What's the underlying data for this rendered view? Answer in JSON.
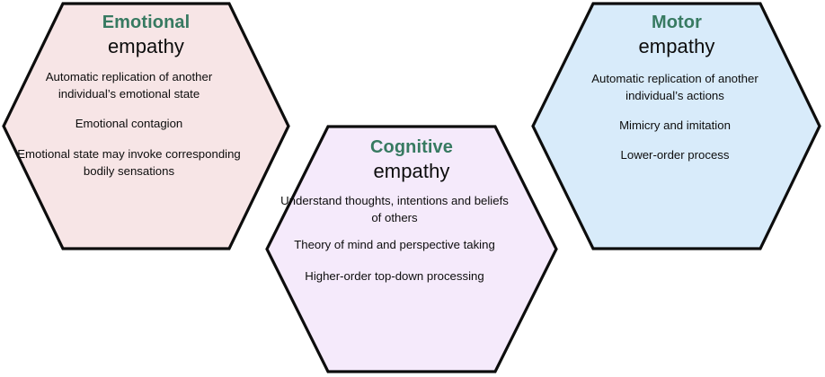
{
  "diagram": {
    "kind": "three-hexagon-concept-map",
    "background": "#ffffff",
    "accent_heading_color": "#377A61",
    "outline_color": "#0d0d0d",
    "nodes": [
      {
        "id": "emotional",
        "title": "Emotional",
        "subtitle": "empathy",
        "fill": "#F7E5E6",
        "points": [
          "Automatic replication of another individual’s emotional state",
          "Emotional contagion",
          "Emotional state may invoke corresponding bodily sensations"
        ]
      },
      {
        "id": "cognitive",
        "title": "Cognitive",
        "subtitle": "empathy",
        "fill": "#F5EAFB",
        "points": [
          "Understand thoughts, intentions and beliefs of others",
          "Theory of mind and perspective taking",
          "Higher-order top-down processing"
        ]
      },
      {
        "id": "motor",
        "title": "Motor",
        "subtitle": "empathy",
        "fill": "#D8EBFA",
        "points": [
          "Automatic replication of another individual’s actions",
          "Mimicry and imitation",
          "Lower-order process"
        ]
      }
    ]
  }
}
